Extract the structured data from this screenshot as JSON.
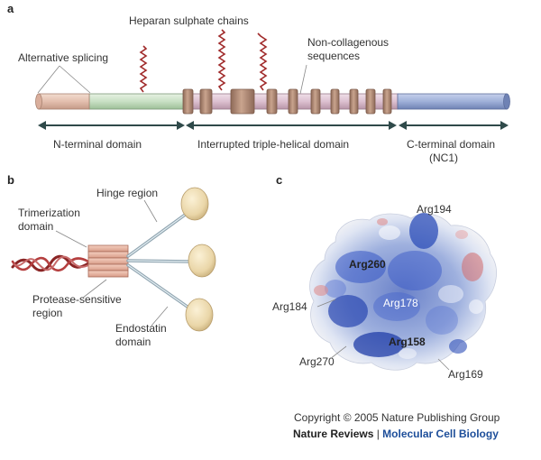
{
  "panel_a": {
    "panel_label": "a",
    "heparan_label": "Heparan sulphate chains",
    "alt_splicing_label": "Alternative splicing",
    "non_collagenous_line1": "Non-collagenous",
    "non_collagenous_line2": "sequences",
    "n_terminal_label": "N-terminal domain",
    "triple_helical_label": "Interrupted triple-helical domain",
    "c_terminal_line1": "C-terminal domain",
    "c_terminal_line2": "(NC1)"
  },
  "panel_b": {
    "panel_label": "b",
    "hinge_label": "Hinge region",
    "trimerization_line1": "Trimerization",
    "trimerization_line2": "domain",
    "protease_line1": "Protease-sensitive",
    "protease_line2": "region",
    "endostatin_line1": "Endostatin",
    "endostatin_line2": "domain"
  },
  "panel_c": {
    "panel_label": "c",
    "residues": {
      "arg194": "Arg194",
      "arg260": "Arg260",
      "arg178": "Arg178",
      "arg184": "Arg184",
      "arg158": "Arg158",
      "arg270": "Arg270",
      "arg169": "Arg169"
    }
  },
  "credits": {
    "copyright": "Copyright © 2005 Nature Publishing Group",
    "journal_prefix": "Nature Reviews",
    "separator": " | ",
    "journal_name": "Molecular Cell Biology"
  },
  "colors": {
    "n_terminal": "#c8e0c4",
    "helical": "#dcc0d0",
    "c_terminal": "#9fb0d8",
    "box": "#b9907a",
    "chain": "#a02a2a",
    "arrow": "#2f4a4a",
    "endostatin": "#eddcb0",
    "protein_blue": "#2a4fbf",
    "journal_blue": "#1d4e9a"
  }
}
